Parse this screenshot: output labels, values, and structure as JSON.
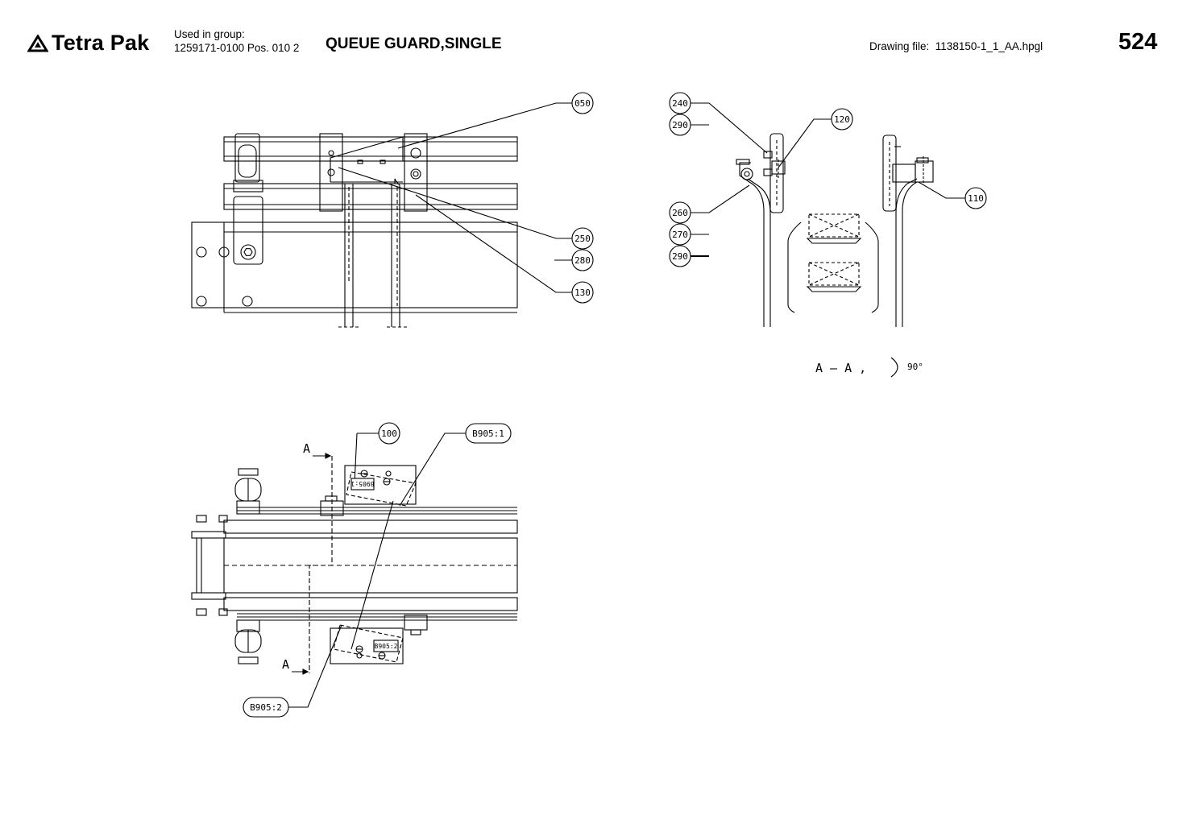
{
  "header": {
    "brand": "Tetra Pak",
    "group_label": "Used in group:",
    "group_value": "1259171-0100 Pos. 010 2",
    "title": "QUEUE GUARD,SINGLE",
    "drawing_file_label": "Drawing file:",
    "drawing_file_value": "1138150-1_1_AA.hpgl",
    "page_number": "524"
  },
  "icons": {
    "logo": "tetra-pak-triangle-icon"
  },
  "callouts": {
    "c050": "050",
    "c250": "250",
    "c280": "280",
    "c130": "130",
    "c240": "240",
    "c290a": "290",
    "c120": "120",
    "c260": "260",
    "c270": "270",
    "c290b": "290",
    "c110": "110",
    "c100": "100",
    "b905_1": "B905:1",
    "b905_2": "B905:2"
  },
  "labels": {
    "section_a_top": "A",
    "section_a_bottom": "A",
    "section_title": "A – A ,",
    "rotation": "90°",
    "sensor_tag_1": "B905:1",
    "sensor_tag_2": "B905:2"
  }
}
